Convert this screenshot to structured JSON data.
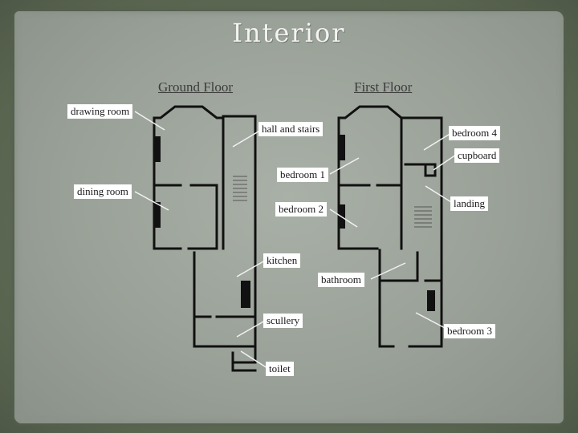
{
  "slide": {
    "title": "Interior"
  },
  "floors": {
    "ground_title": "Ground Floor",
    "first_title": "First Floor"
  },
  "labels": {
    "drawing_room": "drawing room",
    "dining_room": "dining room",
    "hall_and_stairs": "hall and stairs",
    "kitchen": "kitchen",
    "scullery": "scullery",
    "toilet": "toilet",
    "bedroom_1": "bedroom 1",
    "bedroom_2": "bedroom 2",
    "bedroom_3": "bedroom 3",
    "bedroom_4": "bedroom 4",
    "cupboard": "cupboard",
    "landing": "landing",
    "bathroom": "bathroom"
  },
  "colors": {
    "background": "#5f6a5a",
    "panel": "#9aa198",
    "wall": "#111111",
    "leader": "#f2f2f2"
  }
}
